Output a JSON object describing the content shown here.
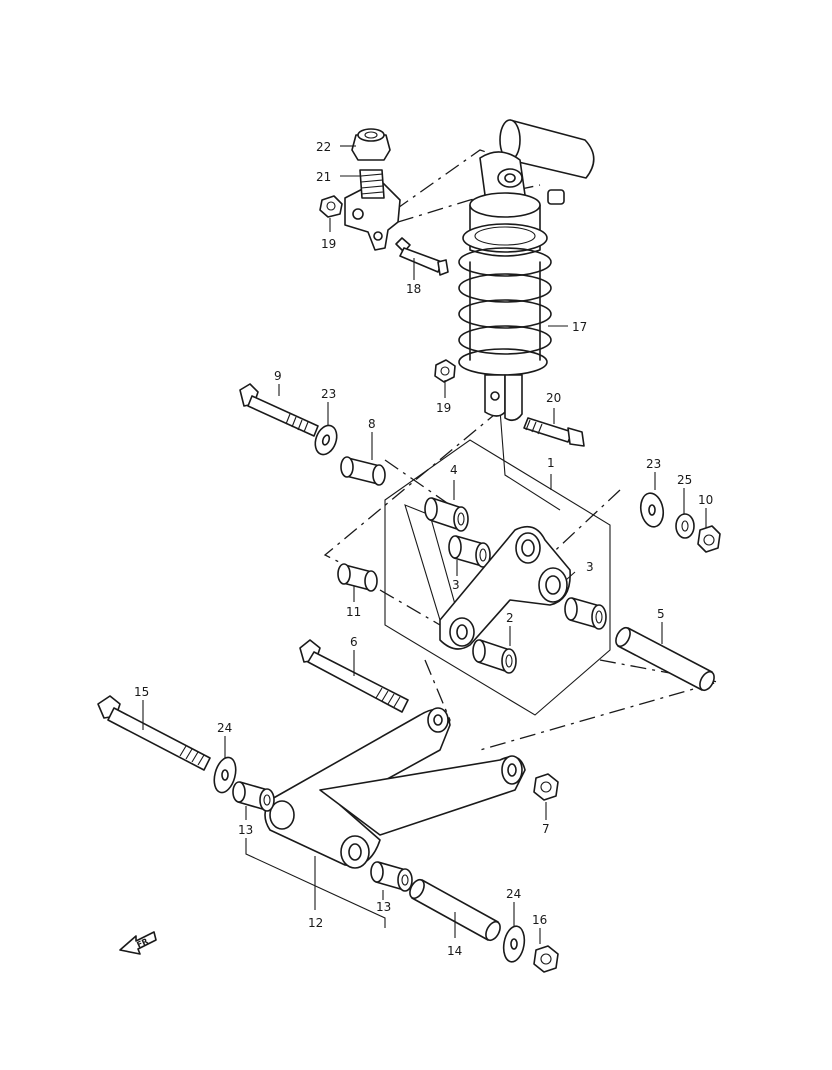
{
  "diagram": {
    "callouts": {
      "c1": "1",
      "c2": "2",
      "c3a": "3",
      "c3b": "3",
      "c4": "4",
      "c5": "5",
      "c6": "6",
      "c7": "7",
      "c8": "8",
      "c9": "9",
      "c10": "10",
      "c11": "11",
      "c12": "12",
      "c13a": "13",
      "c13b": "13",
      "c14": "14",
      "c15": "15",
      "c16": "16",
      "c17": "17",
      "c18": "18",
      "c19a": "19",
      "c19b": "19",
      "c20": "20",
      "c21": "21",
      "c22": "22",
      "c23a": "23",
      "c23b": "23",
      "c24a": "24",
      "c24b": "24",
      "c25": "25"
    },
    "direction_badge": "FR"
  }
}
